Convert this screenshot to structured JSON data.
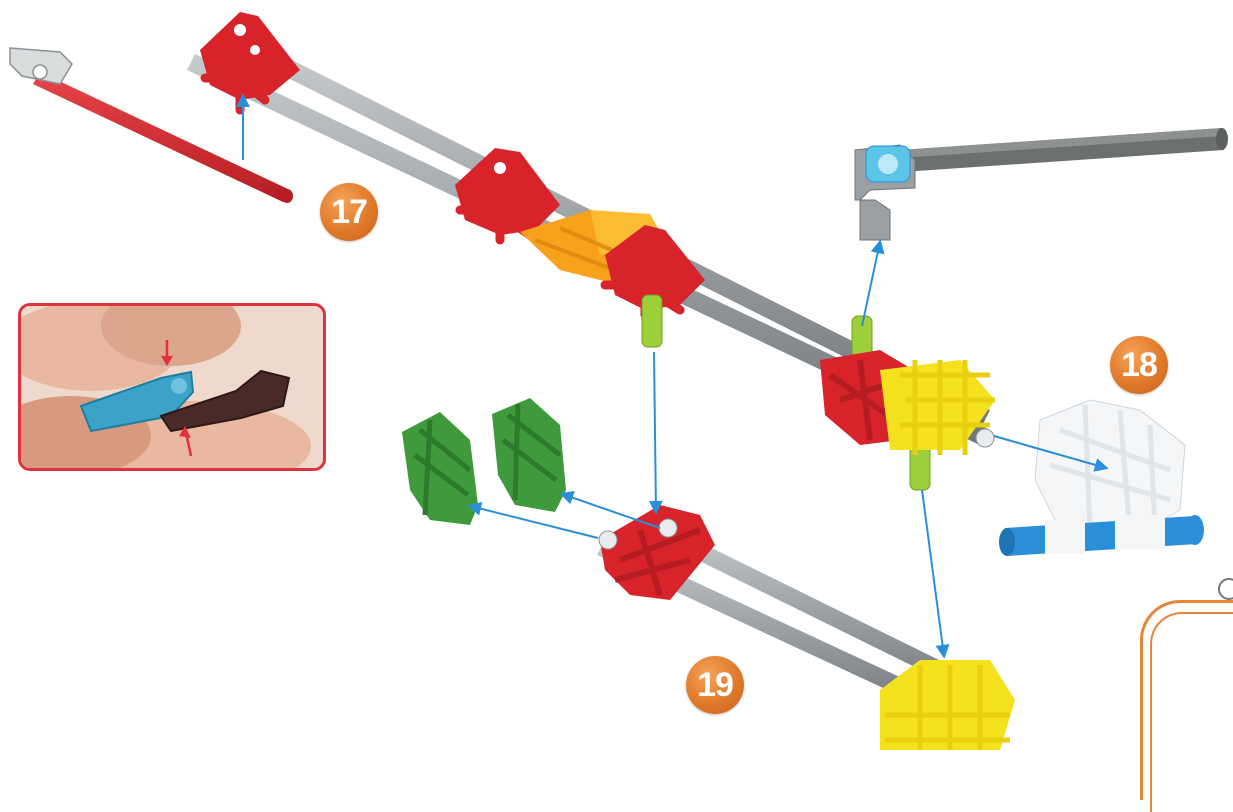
{
  "steps": [
    {
      "id": "step-17",
      "label": "17"
    },
    {
      "id": "step-18",
      "label": "18"
    },
    {
      "id": "step-19",
      "label": "19"
    }
  ],
  "colors": {
    "badge": "#e07a2a",
    "arrow": "#2a8fd8",
    "rod_grey": "#9aa0a4",
    "rod_dark": "#5b5f5f",
    "connector_red": "#d8232a",
    "connector_yellow": "#f4e21e",
    "connector_orange": "#f7a21a",
    "connector_green": "#3e9a3a",
    "connector_white": "#f4f6f8",
    "rod_blue": "#2a8fd8",
    "lime_part": "#9ccf3a",
    "inset_border": "#e0323c",
    "page_frame": "#e8843a"
  },
  "icons": [
    "red-rod",
    "grey-rod",
    "red-connector",
    "yellow-connector",
    "orange-connector",
    "green-connector",
    "white-connector",
    "blue-rod",
    "lime-spacer",
    "hinge-clip",
    "hand-photo"
  ]
}
